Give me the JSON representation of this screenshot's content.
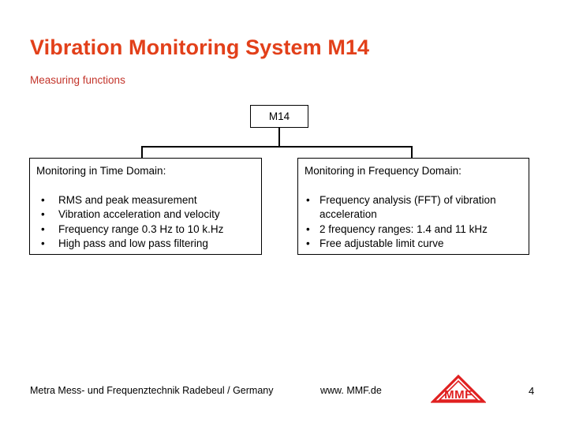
{
  "slide": {
    "title": "Vibration Monitoring System M14",
    "subtitle": "Measuring functions",
    "title_color": "#E2401A",
    "subtitle_color": "#C3342A"
  },
  "diagram": {
    "root": {
      "label": "M14"
    },
    "children": [
      {
        "heading": "Monitoring in Time Domain:",
        "bullet_char": "•",
        "bullets": [
          "RMS and peak measurement",
          "Vibration acceleration and velocity",
          "Frequency range 0.3 Hz to 10 k.Hz",
          "High pass and low pass filtering"
        ]
      },
      {
        "heading": "Monitoring in Frequency Domain:",
        "bullet_char": "•",
        "bullets": [
          "Frequency analysis (FFT) of vibration acceleration",
          "2 frequency ranges: 1.4 and 11 kHz",
          "Free adjustable limit curve"
        ]
      }
    ]
  },
  "footer": {
    "company": "Metra Mess- und Frequenztechnik Radebeul / Germany",
    "website": "www. MMF.de",
    "page_number": "4",
    "logo_text": "MMF",
    "logo_color": "#E02020"
  }
}
